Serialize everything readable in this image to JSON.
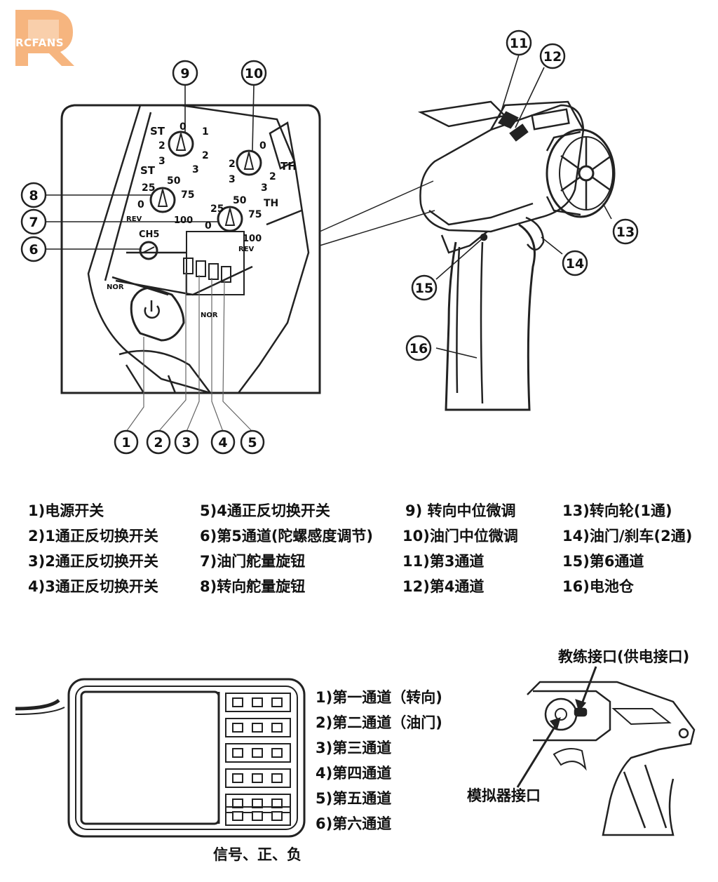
{
  "logo": {
    "text": "RCFANS"
  },
  "panel_markings": {
    "st_upper": "ST",
    "st_lower": "ST",
    "th_upper": "TH",
    "th_lower": "TH",
    "ch5": "CH5",
    "rev": "REV",
    "rev2": "REV",
    "nor_left": "NOR",
    "nor_right": "NOR",
    "d0": "0",
    "d1": "1",
    "d2": "2",
    "d3": "3",
    "d25": "25",
    "d50": "50",
    "d75": "75",
    "d100": "100"
  },
  "callouts": [
    "1",
    "2",
    "3",
    "4",
    "5",
    "6",
    "7",
    "8",
    "9",
    "10",
    "11",
    "12",
    "13",
    "14",
    "15",
    "16"
  ],
  "legend": [
    "1)电源开关",
    "2)1通正反切换开关",
    "3)2通正反切换开关",
    "4)3通正反切换开关",
    "5)4通正反切换开关",
    "6)第5通道(陀螺感度调节)",
    "7)油门舵量旋钮",
    "8)转向舵量旋钮",
    "9) 转向中位微调",
    "10)油门中位微调",
    "11)第3通道",
    "12)第4通道",
    "13)转向轮(1通)",
    "14)油门/刹车(2通)",
    "15)第6通道",
    "16)电池仓"
  ],
  "receiver": {
    "channels": [
      "1)第一通道（转向)",
      "2)第二通道（油门)",
      "3)第三通道",
      "4)第四通道",
      "5)第五通道",
      "6)第六通道"
    ],
    "pin_label": "信号、正、负"
  },
  "ports": {
    "trainer": "教练接口(供电接口)",
    "simulator": "模拟器接口"
  }
}
